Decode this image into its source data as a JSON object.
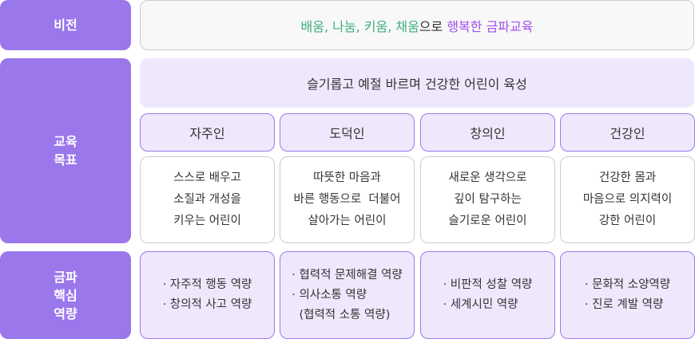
{
  "vision": {
    "label": "비전",
    "statement": {
      "part1": "배움, 나눔, 키움, 채움",
      "part2": "으로 ",
      "part3": "행복한 금파교육"
    }
  },
  "goals": {
    "label_line1": "교육",
    "label_line2": "목표",
    "banner": "슬기롭고 예절 바르며 건강한 어린이 육성",
    "columns": [
      {
        "title": "자주인",
        "lines": [
          "스스로 배우고",
          "소질과 개성을",
          "키우는 어린이"
        ]
      },
      {
        "title": "도덕인",
        "lines": [
          "따뜻한 마음과",
          "바른 행동으로  더불어",
          "살아가는 어린이"
        ]
      },
      {
        "title": "창의인",
        "lines": [
          "새로운 생각으로",
          "깊이 탐구하는",
          "슬기로운 어린이"
        ]
      },
      {
        "title": "건강인",
        "lines": [
          "건강한 몸과",
          "마음으로 의지력이",
          "강한 어린이"
        ]
      }
    ]
  },
  "competencies": {
    "label_line1": "금파",
    "label_line2": "핵심",
    "label_line3": "역량",
    "columns": [
      {
        "items": [
          "· 자주적 행동 역량",
          "· 창의적 사고 역량"
        ]
      },
      {
        "items": [
          "· 협력적 문제해결 역량",
          "· 의사소통 역량",
          "  (협력적 소통 역량)"
        ]
      },
      {
        "items": [
          "· 비판적 성찰 역량",
          "· 세계시민 역량"
        ]
      },
      {
        "items": [
          "· 문화적 소양역량",
          "· 진로 계발 역량"
        ]
      }
    ]
  },
  "colors": {
    "label_bg": "#9b77ec",
    "light_purple_bg": "#efe8fd",
    "accent_green": "#3fae7f",
    "accent_purple": "#a04ff0",
    "border_gray": "#cccccc"
  }
}
